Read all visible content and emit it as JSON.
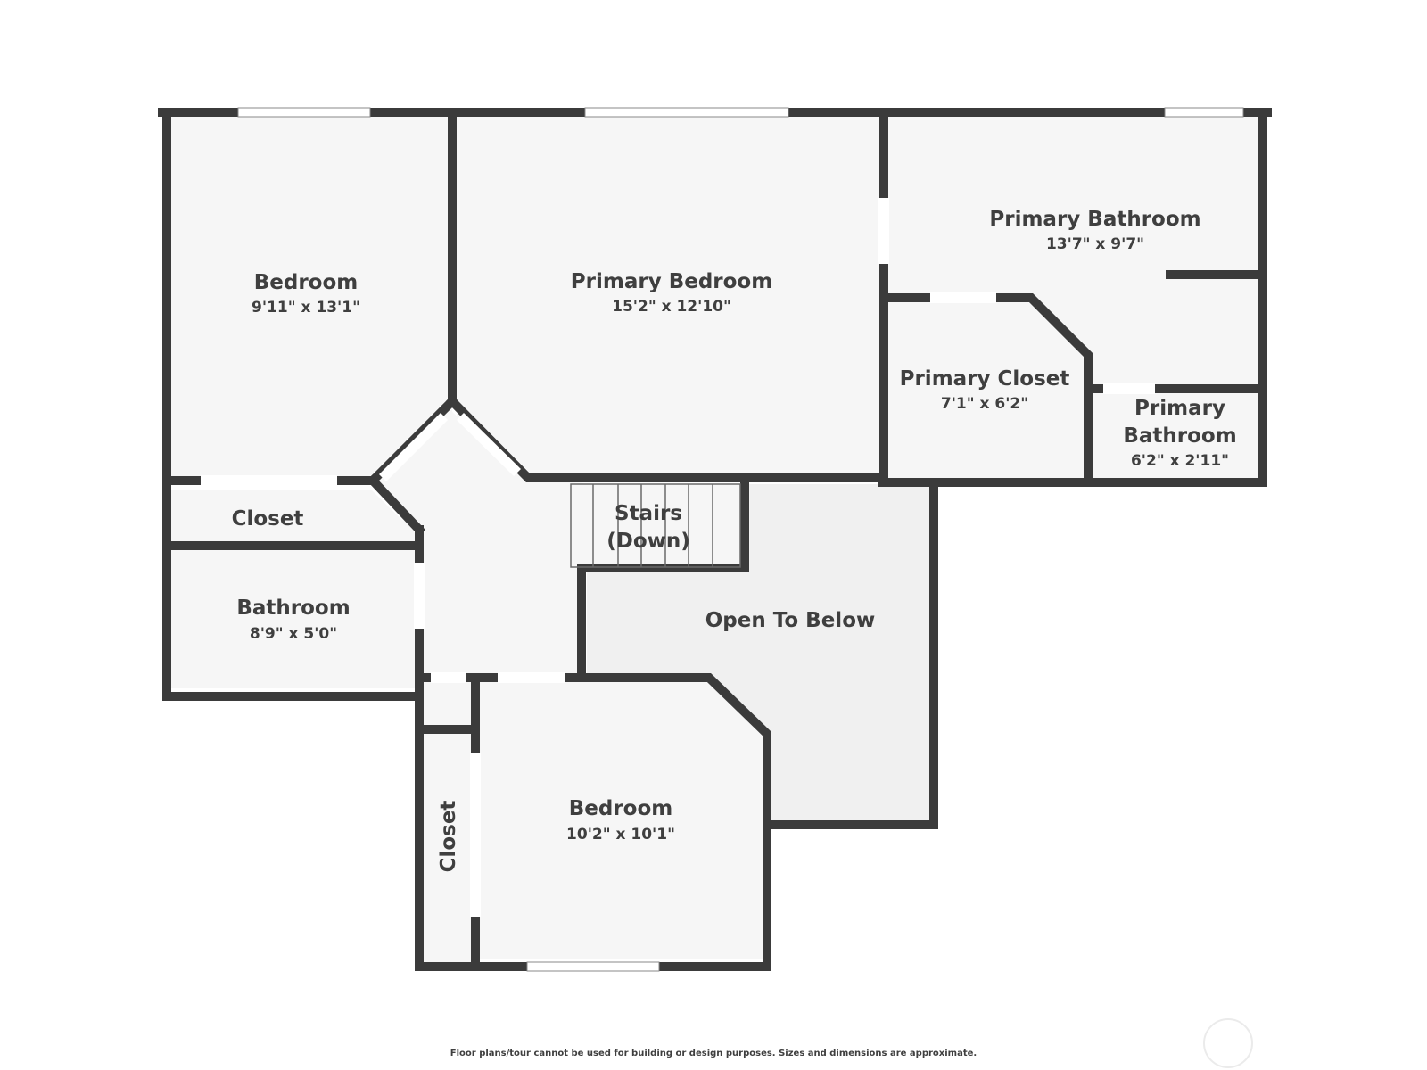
{
  "colors": {
    "wall": "#3b3b3b",
    "room_fill": "#f6f6f6",
    "open_below_fill": "#f0f0f0",
    "text": "#3f3f3f"
  },
  "rooms": {
    "bedroom_nw": {
      "name": "Bedroom",
      "dims": "9'11\" x 13'1\""
    },
    "primary_bedroom": {
      "name": "Primary Bedroom",
      "dims": "15'2\" x 12'10\""
    },
    "primary_bathroom_main": {
      "name": "Primary Bathroom",
      "dims": "13'7\" x 9'7\""
    },
    "primary_closet": {
      "name": "Primary Closet",
      "dims": "7'1\" x 6'2\""
    },
    "primary_bathroom_small": {
      "name_line1": "Primary",
      "name_line2": "Bathroom",
      "dims": "6'2\" x 2'11\""
    },
    "closet_west": {
      "name": "Closet"
    },
    "bathroom": {
      "name": "Bathroom",
      "dims": "8'9\" x 5'0\""
    },
    "stairs": {
      "name_line1": "Stairs",
      "name_line2": "(Down)"
    },
    "open_to_below": {
      "name": "Open To Below"
    },
    "bedroom_s": {
      "name": "Bedroom",
      "dims": "10'2\" x 10'1\""
    },
    "closet_south": {
      "name": "Closet"
    }
  },
  "disclaimer": "Floor plans/tour cannot be used for building or design purposes. Sizes and dimensions are approximate."
}
